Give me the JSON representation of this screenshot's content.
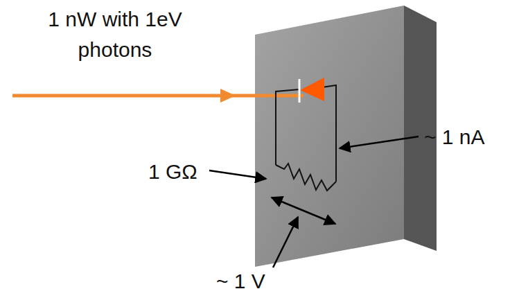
{
  "diagram": {
    "labels": [
      "1 nW with 1eV photons",
      "~ 1 nA",
      "1 GΩ",
      "~ 1 V"
    ]
  }
}
